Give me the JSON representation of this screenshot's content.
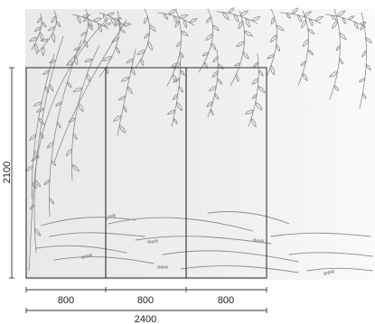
{
  "dimensions": {
    "panel_widths": [
      "800",
      "800",
      "800"
    ],
    "total_width": "2400",
    "height": "2100"
  },
  "colors": {
    "background": "#efefef",
    "artwork": "#8c8c8c",
    "panel_frame": "#3a3a3a",
    "dimension_line": "#333333"
  },
  "artwork": {
    "motif": "willow-branches-and-water-waves"
  }
}
